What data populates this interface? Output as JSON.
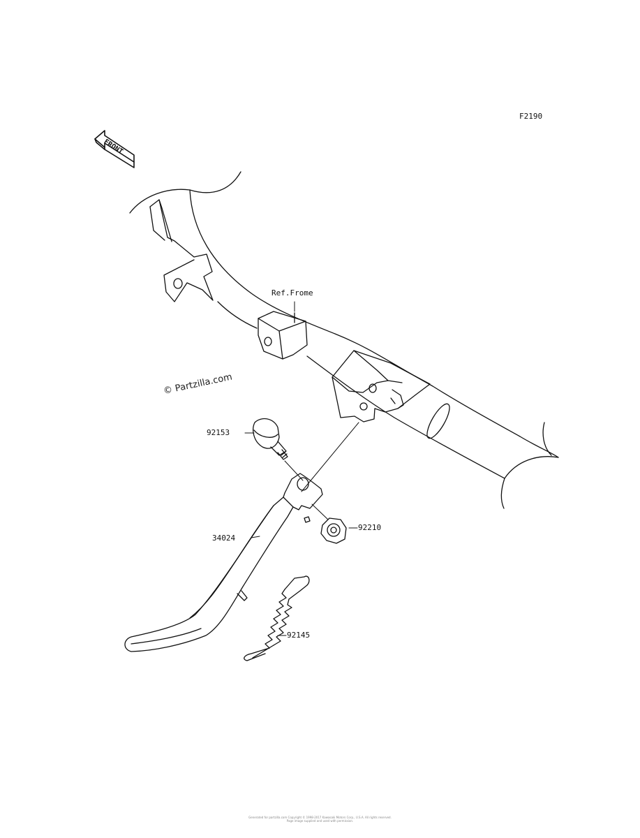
{
  "diagram_code": "F2190",
  "front_marker": {
    "text": "FRONT",
    "icon": "front-arrow-icon"
  },
  "ref_label": "Ref.Frome",
  "watermark": "© Partzilla.com",
  "callouts": [
    {
      "part_number": "92153"
    },
    {
      "part_number": "34024"
    },
    {
      "part_number": "92210"
    },
    {
      "part_number": "92145"
    }
  ],
  "footer": {
    "line1": "Generated for partzilla.com Copyright © 1998-2017 Kawasaki Motors Corp., U.S.A. All rights reserved.",
    "line2": "Page image supplied and used with permission."
  },
  "colors": {
    "line": "#111111",
    "background": "#ffffff"
  }
}
